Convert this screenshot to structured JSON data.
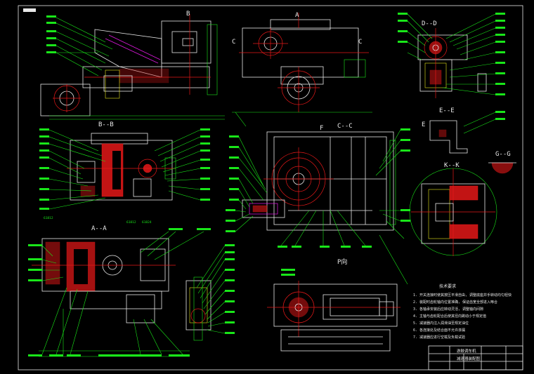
{
  "views": {
    "bb": "B--B",
    "aa": "A--A",
    "cc": "C--C",
    "dd": "D--D",
    "ee": "E--E",
    "gg": "G--G",
    "kk": "K--K",
    "p": "P向",
    "a_top": "A",
    "b_top": "B",
    "c_left": "C",
    "c_right": "C",
    "f": "F",
    "e": "E"
  },
  "bearing_labels": [
    "61812",
    "61824",
    "61812"
  ],
  "notes": {
    "heading": "技术要求",
    "lines": [
      "1. 开关连接时使其按压平滑自由, 调整底座并手转动均匀轻快",
      "2. 装配时齿轮轴向位置准确, 保证齿宽全部进入啄合",
      "3. 各轴承安装后应转动灵活, 调整轴向间隙",
      "4. 主轴与齿轮配合后使其径向跳动小于规定值",
      "5. 减速器内注入润滑油至规定油位",
      "6. 各连接处及结合面不允许渗漏",
      "7. 减速器应进行空载及负载试验"
    ]
  },
  "title_block": {
    "name": "减速器装配图",
    "subtitle": "游鼓调车机"
  }
}
